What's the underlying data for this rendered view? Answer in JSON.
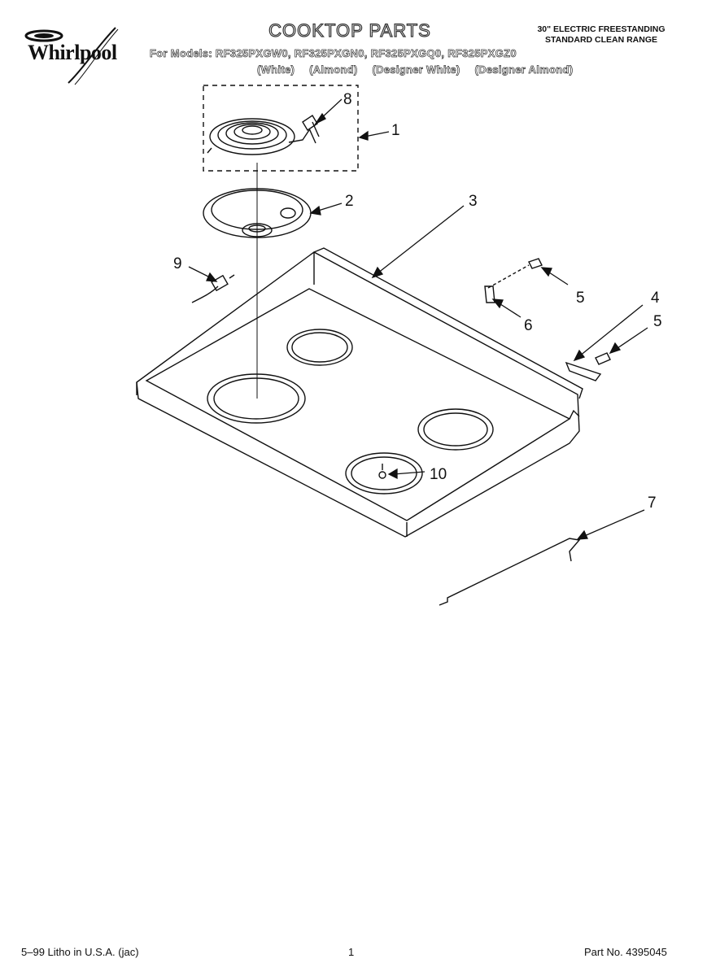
{
  "header": {
    "brand": "Whirlpool",
    "title": "COOKTOP PARTS",
    "range_type_line1": "30\" ELECTRIC FREESTANDING",
    "range_type_line2": "STANDARD CLEAN RANGE",
    "models_line": "For Models: RF325PXGW0, RF325PXGN0, RF325PXGQ0, RF325PXGZ0",
    "colors": [
      "(White)",
      "(Almond)",
      "(Designer White)",
      "(Designer Almond)"
    ]
  },
  "callouts": [
    "8",
    "1",
    "2",
    "3",
    "9",
    "5",
    "6",
    "4",
    "5",
    "10",
    "7"
  ],
  "footer": {
    "printed": "5–99 Litho in U.S.A. (jac)",
    "page": "1",
    "part_no": "Part No. 4395045"
  }
}
